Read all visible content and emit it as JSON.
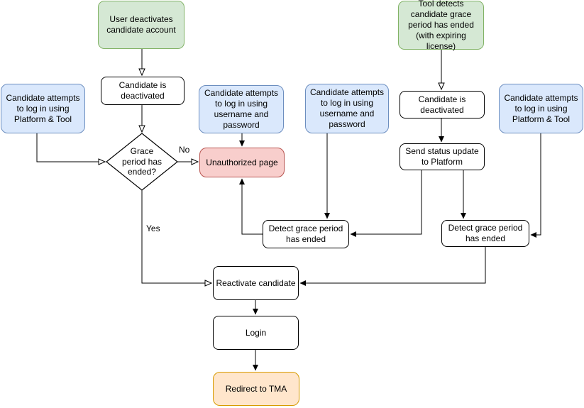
{
  "nodes": {
    "user_deactivates": {
      "label": "User deactivates\ncandidate account"
    },
    "candidate_deactivated_left": {
      "label": "Candidate is\ndeactivated"
    },
    "login_platform_tool_left": {
      "label": "Candidate attempts\nto log in using\nPlatform & Tool"
    },
    "grace_period_decision": {
      "label": "Grace\nperiod has\nended?"
    },
    "login_username_password_left": {
      "label": "Candidate attempts\nto log in using\nusername and\npassword"
    },
    "unauthorized_page": {
      "label": "Unauthorized page"
    },
    "login_username_password_right": {
      "label": "Candidate attempts\nto log in using\nusername and\npassword"
    },
    "detect_grace_left": {
      "label": "Detect grace period\nhas ended"
    },
    "tool_detects": {
      "label": "Tool detects\ncandidate grace\nperiod has ended\n(with expiring license)"
    },
    "candidate_deactivated_right": {
      "label": "Candidate is\ndeactivated"
    },
    "send_status_update": {
      "label": "Send status update\nto Platform"
    },
    "detect_grace_right": {
      "label": "Detect grace period\nhas ended"
    },
    "login_platform_tool_right": {
      "label": "Candidate attempts\nto log in using\nPlatform & Tool"
    },
    "reactivate_candidate": {
      "label": "Reactivate candidate"
    },
    "login": {
      "label": "Login"
    },
    "redirect_tma": {
      "label": "Redirect to TMA"
    }
  },
  "edge_labels": {
    "no": "No",
    "yes": "Yes"
  },
  "colors": {
    "green_fill": "#d5e8d4",
    "green_stroke": "#82b366",
    "blue_fill": "#dae8fc",
    "blue_stroke": "#6c8ebf",
    "red_fill": "#f8cecc",
    "red_stroke": "#b85450",
    "orange_fill": "#ffe6cc",
    "orange_stroke": "#d79b00",
    "box_fill": "#ffffff",
    "box_stroke": "#000000",
    "edge_stroke": "#000000",
    "text": "#000000"
  }
}
